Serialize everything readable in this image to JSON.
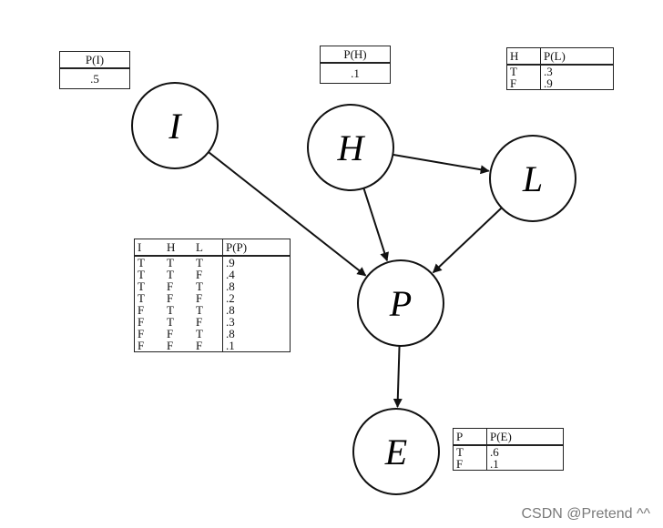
{
  "nodes": [
    {
      "id": "I",
      "label": "I"
    },
    {
      "id": "H",
      "label": "H"
    },
    {
      "id": "L",
      "label": "L"
    },
    {
      "id": "P",
      "label": "P"
    },
    {
      "id": "E",
      "label": "E"
    }
  ],
  "edges": [
    {
      "from": "I",
      "to": "P"
    },
    {
      "from": "H",
      "to": "L"
    },
    {
      "from": "H",
      "to": "P"
    },
    {
      "from": "L",
      "to": "P"
    },
    {
      "from": "P",
      "to": "E"
    }
  ],
  "cpt_I": {
    "header": "P(I)",
    "value": ".5"
  },
  "cpt_H": {
    "header": "P(H)",
    "value": ".1"
  },
  "cpt_L": {
    "headers": [
      "H",
      "P(L)"
    ],
    "rows": [
      [
        "T",
        ".3"
      ],
      [
        "F",
        ".9"
      ]
    ]
  },
  "cpt_P": {
    "headers": [
      "I",
      "H",
      "L",
      "P(P)"
    ],
    "rows": [
      [
        "T",
        "T",
        "T",
        ".9"
      ],
      [
        "T",
        "T",
        "F",
        ".4"
      ],
      [
        "T",
        "F",
        "T",
        ".8"
      ],
      [
        "T",
        "F",
        "F",
        ".2"
      ],
      [
        "F",
        "T",
        "T",
        ".8"
      ],
      [
        "F",
        "T",
        "F",
        ".3"
      ],
      [
        "F",
        "F",
        "T",
        ".8"
      ],
      [
        "F",
        "F",
        "F",
        ".1"
      ]
    ]
  },
  "cpt_E": {
    "headers": [
      "P",
      "P(E)"
    ],
    "rows": [
      [
        "T",
        ".6"
      ],
      [
        "F",
        ".1"
      ]
    ]
  },
  "watermark": "CSDN @Pretend ^^"
}
